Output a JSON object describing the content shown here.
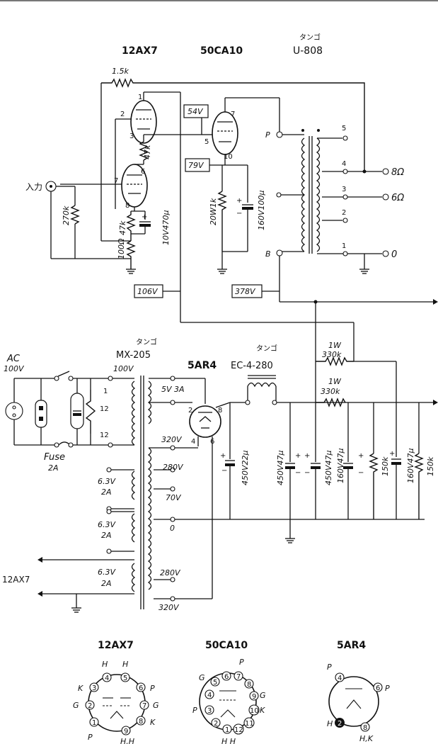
{
  "header": {
    "tube1": "12AX7",
    "tube2": "50CA10",
    "transformer_brand": "タンゴ",
    "transformer_model": "U-808"
  },
  "amplifier": {
    "feedback_resistor": "1.5k",
    "input_label": "入力",
    "input_resistor": "270k",
    "pin1": "1",
    "pin2": "2",
    "pin3": "3",
    "pin6": "6",
    "pin7": "7",
    "pin8": "8",
    "plate_resistor": "47k",
    "cathode_resistor": "47k",
    "resistor_100": "100Ω",
    "cathode_cap": "10V470μ",
    "v1_test": "106V",
    "out_pin7": "7",
    "out_pin5": "5",
    "out_pin10": "10",
    "grid_voltage": "54V",
    "cathode_voltage": "79V",
    "cathode_resistor_out": "20W1k",
    "cathode_cap_out": "160V100μ",
    "b_voltage": "378V",
    "opt_P": "P",
    "opt_B": "B",
    "tap5": "5",
    "tap4": "4",
    "tap3": "3",
    "tap2": "2",
    "tap1": "1",
    "out_8": "8Ω",
    "out_6": "6Ω",
    "out_0": "0"
  },
  "power": {
    "ac_label": "AC",
    "ac_voltage": "100V",
    "fuse_label": "Fuse",
    "fuse_value": "2A",
    "pt_brand": "タンゴ",
    "pt_model": "MX-205",
    "pt_primary": "100V",
    "pt_1": "1",
    "pt_12a": "12",
    "pt_12b": "12",
    "rect_tube": "5AR4",
    "heater_5v": "5V 3A",
    "rect_pin2": "2",
    "rect_pin8": "8",
    "rect_pin4": "4",
    "rect_pin6": "6",
    "sec_320a": "320V",
    "sec_280a": "280V",
    "sec_70": "70V",
    "sec_0": "0",
    "sec_280b": "280V",
    "sec_320b": "320V",
    "heater1_v": "6.3V",
    "heater1_a": "2A",
    "heater2_v": "6.3V",
    "heater2_a": "2A",
    "heater3_v": "6.3V",
    "heater3_a": "2A",
    "heater_to": "12AX7",
    "choke_brand": "タンゴ",
    "choke_model": "EC-4-280",
    "cap1": "450V22μ",
    "cap2": "450V47μ",
    "cap3": "450V47μ",
    "cap4": "160V47μ",
    "cap5": "160V47μ",
    "r1_w": "1W",
    "r1_v": "330k",
    "r2_w": "1W",
    "r2_v": "330k",
    "bleeder1": "150k",
    "bleeder2": "150k"
  },
  "pinouts": {
    "t1_name": "12AX7",
    "t1_H1": "H",
    "t1_H2": "H",
    "t1_K": "K",
    "t1_G": "G",
    "t1_P": "P",
    "t1_P2": "P",
    "t1_G2": "G",
    "t1_K2": "K",
    "t1_HH": "H,H",
    "t1_p1": "1",
    "t1_p2": "2",
    "t1_p3": "3",
    "t1_p4": "4",
    "t1_p5": "5",
    "t1_p6": "6",
    "t1_p7": "7",
    "t1_p8": "8",
    "t1_p9": "9",
    "t2_name": "50CA10",
    "t2_P": "P",
    "t2_G1": "G",
    "t2_P2": "P",
    "t2_G2": "G",
    "t2_K": "K",
    "t2_HH": "H  H",
    "t2_p1": "1",
    "t2_p2": "2",
    "t2_p3": "3",
    "t2_p4": "4",
    "t2_p5": "5",
    "t2_p6": "6",
    "t2_p7": "7",
    "t2_p8": "8",
    "t2_p9": "9",
    "t2_p10": "10",
    "t2_p11": "11",
    "t2_p12": "12",
    "t3_name": "5AR4",
    "t3_P1": "P",
    "t3_P2": "P",
    "t3_H": "H",
    "t3_HK": "H,K",
    "t3_p2": "2",
    "t3_p4": "4",
    "t3_p6": "6",
    "t3_p8": "8"
  }
}
